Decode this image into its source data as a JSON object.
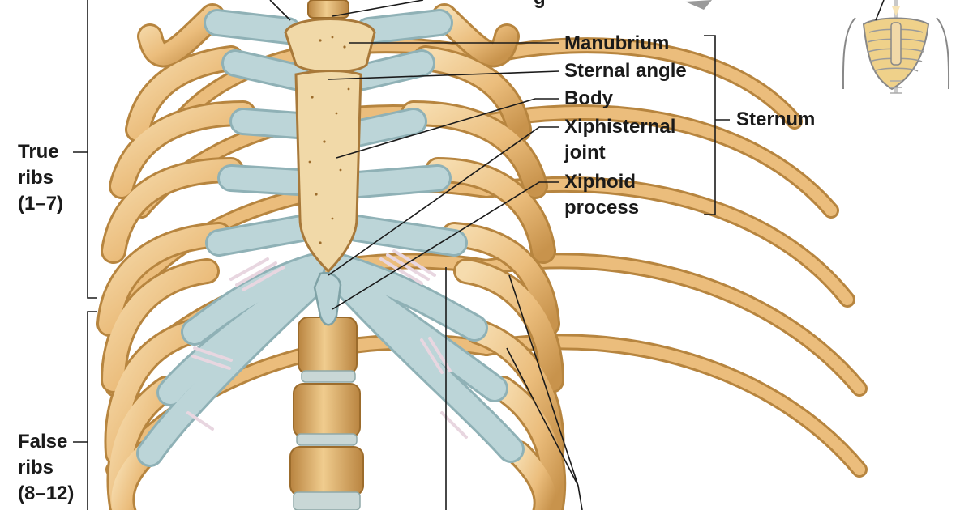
{
  "labels": {
    "manubrium": "Manubrium",
    "sternal_angle": "Sternal angle",
    "body": "Body",
    "xiphisternal_joint": [
      "Xiphisternal",
      "joint"
    ],
    "xiphoid_process": [
      "Xiphoid",
      "process"
    ],
    "sternum": "Sternum",
    "true_ribs": [
      "True",
      "ribs",
      "(1–7)"
    ],
    "false_ribs": [
      "False",
      "ribs",
      "(8–12)"
    ],
    "cut_off_top": "g"
  },
  "colors": {
    "bone": "#ebbd7c",
    "bone_light": "#f3d6a4",
    "bone_dark": "#b7853f",
    "cartilage": "#b9d3d6",
    "cartilage_dark": "#8fb1b6",
    "ligament": "#ecdde6",
    "leader_line": "#1a1a1a",
    "arrow": "#9a9a9a"
  }
}
